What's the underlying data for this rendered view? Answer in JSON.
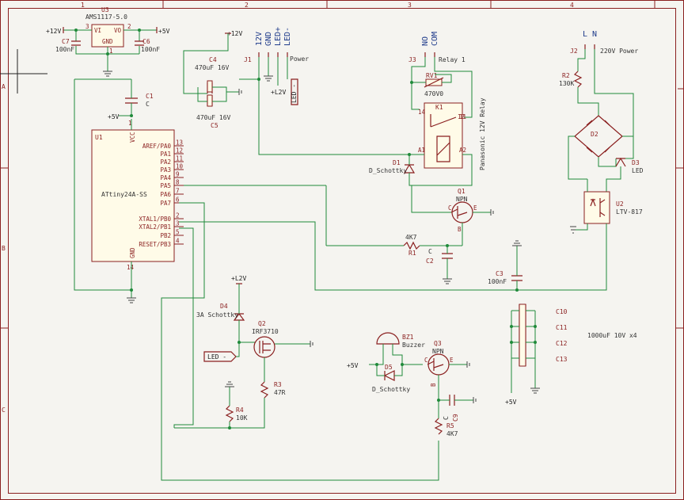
{
  "frame": {
    "cols": [
      "1",
      "2",
      "3",
      "4"
    ],
    "rows": [
      "A",
      "B",
      "C"
    ]
  },
  "parts": {
    "u3": {
      "ref": "U3",
      "value": "AMS1117-5.0",
      "pin_vi": "VI",
      "pin_vo": "VO",
      "pin_gnd": "GND",
      "pin_left": "3",
      "pin_right": "2",
      "pin_bot": "1"
    },
    "c7": {
      "ref": "C7",
      "value": "100nF"
    },
    "c6": {
      "ref": "C6",
      "value": "100nF"
    },
    "c4": {
      "ref": "C4",
      "value": "470uF 16V"
    },
    "c5": {
      "ref": "C5",
      "value": "470uF 16V"
    },
    "c1": {
      "ref": "C1",
      "value": "C"
    },
    "c2": {
      "ref": "C2",
      "value": "C"
    },
    "c3": {
      "ref": "C3",
      "value": "100nF"
    },
    "c9": {
      "ref": "C9",
      "value": "C"
    },
    "bank": {
      "refs": [
        "C10",
        "C11",
        "C12",
        "C13"
      ],
      "value": "1000uF 10V x4"
    },
    "j1": {
      "ref": "J1",
      "value": "Power",
      "pins": [
        "12V",
        "GND",
        "LED+",
        "LED-"
      ]
    },
    "j3": {
      "ref": "J3",
      "value": "Relay 1",
      "pins": [
        "NO",
        "COM"
      ]
    },
    "j2": {
      "ref": "J2",
      "value": "220V Power",
      "pins": [
        "L",
        "N"
      ]
    },
    "rv1": {
      "ref": "RV1",
      "value": "470V0"
    },
    "k1": {
      "ref": "K1",
      "value": "Panasonic 12V Relay",
      "p14": "14",
      "p12": "12",
      "p11": "11",
      "a1": "A1",
      "a2": "A2"
    },
    "d1": {
      "ref": "D1",
      "value": "D_Schottky"
    },
    "q1": {
      "ref": "Q1",
      "value": "NPN",
      "c": "C",
      "b": "B",
      "e": "E"
    },
    "r1": {
      "ref": "R1",
      "value": "4K7"
    },
    "r2": {
      "ref": "R2",
      "value": "130K"
    },
    "d2": {
      "ref": "D2"
    },
    "d3": {
      "ref": "D3",
      "value": "LED"
    },
    "u2": {
      "ref": "U2",
      "value": "LTV-817"
    },
    "u1": {
      "ref": "U1",
      "value": "ATtiny24A-SS",
      "vcc": "VCC",
      "gnd": "GND",
      "pins": [
        {
          "name": "AREF/PA0",
          "num": "13"
        },
        {
          "name": "PA1",
          "num": "12"
        },
        {
          "name": "PA2",
          "num": "11"
        },
        {
          "name": "PA3",
          "num": "10"
        },
        {
          "name": "PA4",
          "num": "9"
        },
        {
          "name": "PA5",
          "num": "8"
        },
        {
          "name": "PA6",
          "num": "7"
        },
        {
          "name": "PA7",
          "num": "6"
        },
        {
          "name": "XTAL1/PB0",
          "num": "2"
        },
        {
          "name": "XTAL2/PB1",
          "num": "3"
        },
        {
          "name": "PB2",
          "num": "5"
        },
        {
          "name": "RESET/PB3",
          "num": "4"
        }
      ],
      "vcc_num": "1",
      "gnd_num": "14"
    },
    "d4": {
      "ref": "D4",
      "value": "3A Schottky"
    },
    "q2": {
      "ref": "Q2",
      "value": "IRF3710"
    },
    "r3": {
      "ref": "R3",
      "value": "47R"
    },
    "r4": {
      "ref": "R4",
      "value": "10K"
    },
    "bz1": {
      "ref": "BZ1",
      "value": "Buzzer"
    },
    "d5": {
      "ref": "D5",
      "value": "D_Schottky"
    },
    "q3": {
      "ref": "Q3",
      "value": "NPN",
      "c": "C",
      "b": "B",
      "e": "E"
    },
    "r5": {
      "ref": "R5",
      "value": "4K7"
    }
  },
  "nets": {
    "p12v": "+12V",
    "p5v": "+5V",
    "l2v": "+L2V",
    "led_minus": "LED -"
  }
}
